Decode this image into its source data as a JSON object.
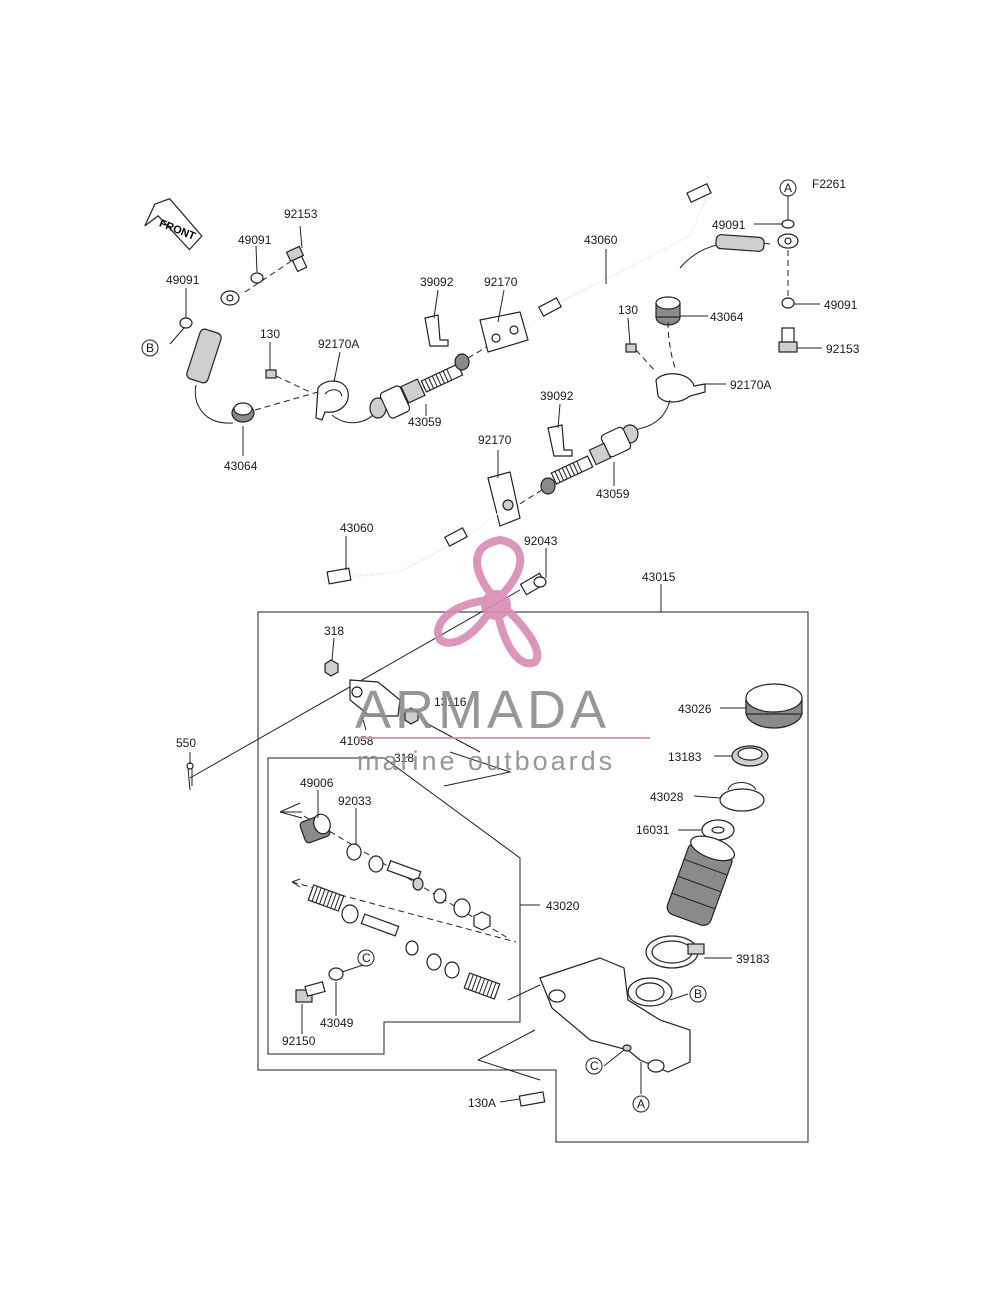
{
  "diagram": {
    "figure_code": "F2261",
    "front_label": "FRONT",
    "part_labels": {
      "p92153_top": "92153",
      "p49091_a": "49091",
      "p49091_b": "49091",
      "p130_top": "130",
      "p92170A_left": "92170A",
      "p43064_left": "43064",
      "p39092_top": "39092",
      "p92170_top": "92170",
      "p43059_top": "43059",
      "p43060_top": "43060",
      "p49091_right_top": "49091",
      "p130_right": "130",
      "p43064_right": "43064",
      "p49091_right_bottom": "49091",
      "p92153_right": "92153",
      "p92170A_right": "92170A",
      "p39092_mid": "39092",
      "p92170_mid": "92170",
      "p43059_mid": "43059",
      "p43060_mid": "43060",
      "p92043": "92043",
      "p43015": "43015",
      "p318_top": "318",
      "p550": "550",
      "p41058": "41058",
      "p13116": "13116",
      "p318_bottom": "318",
      "p43026": "43026",
      "p13183": "13183",
      "p43028": "43028",
      "p16031": "16031",
      "p49006": "49006",
      "p92033": "92033",
      "p43020": "43020",
      "p39183": "39183",
      "p43049": "43049",
      "p92150": "92150",
      "p130A": "130A"
    },
    "reference_markers": {
      "a_top": "A",
      "b_left": "B",
      "c_kit": "C",
      "b_body": "B",
      "c_body": "C",
      "a_body": "A"
    }
  },
  "watermark": {
    "brand": "ARMADA",
    "tagline": "marine outboards",
    "logo_color": "#d98bb4",
    "text_color": "#8c8c8c"
  }
}
